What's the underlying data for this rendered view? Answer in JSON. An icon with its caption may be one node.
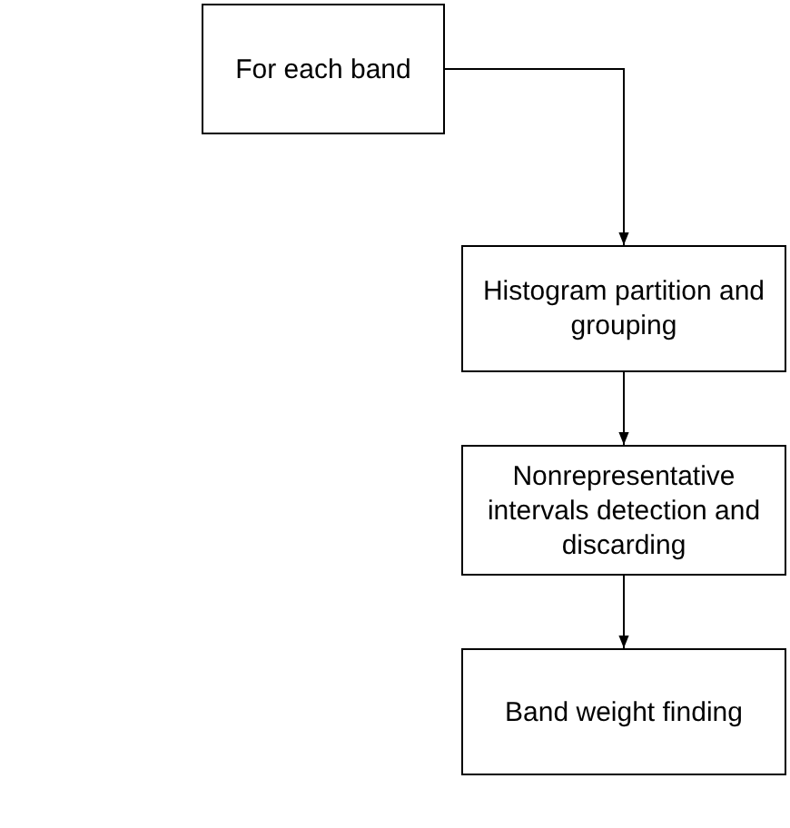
{
  "diagram": {
    "nodes": [
      {
        "text": [
          "For each band"
        ]
      },
      {
        "text": [
          "Histogram partition and grouping"
        ]
      },
      {
        "text": [
          "Nonrepresentative intervals detection and discarding"
        ]
      },
      {
        "text": [
          "Band weight finding"
        ]
      }
    ],
    "edges": [
      {
        "from": 0,
        "to": 1,
        "arrow": "to"
      },
      {
        "from": 1,
        "to": 2,
        "arrow": "to"
      },
      {
        "from": 2,
        "to": 3,
        "arrow": "to"
      }
    ]
  }
}
